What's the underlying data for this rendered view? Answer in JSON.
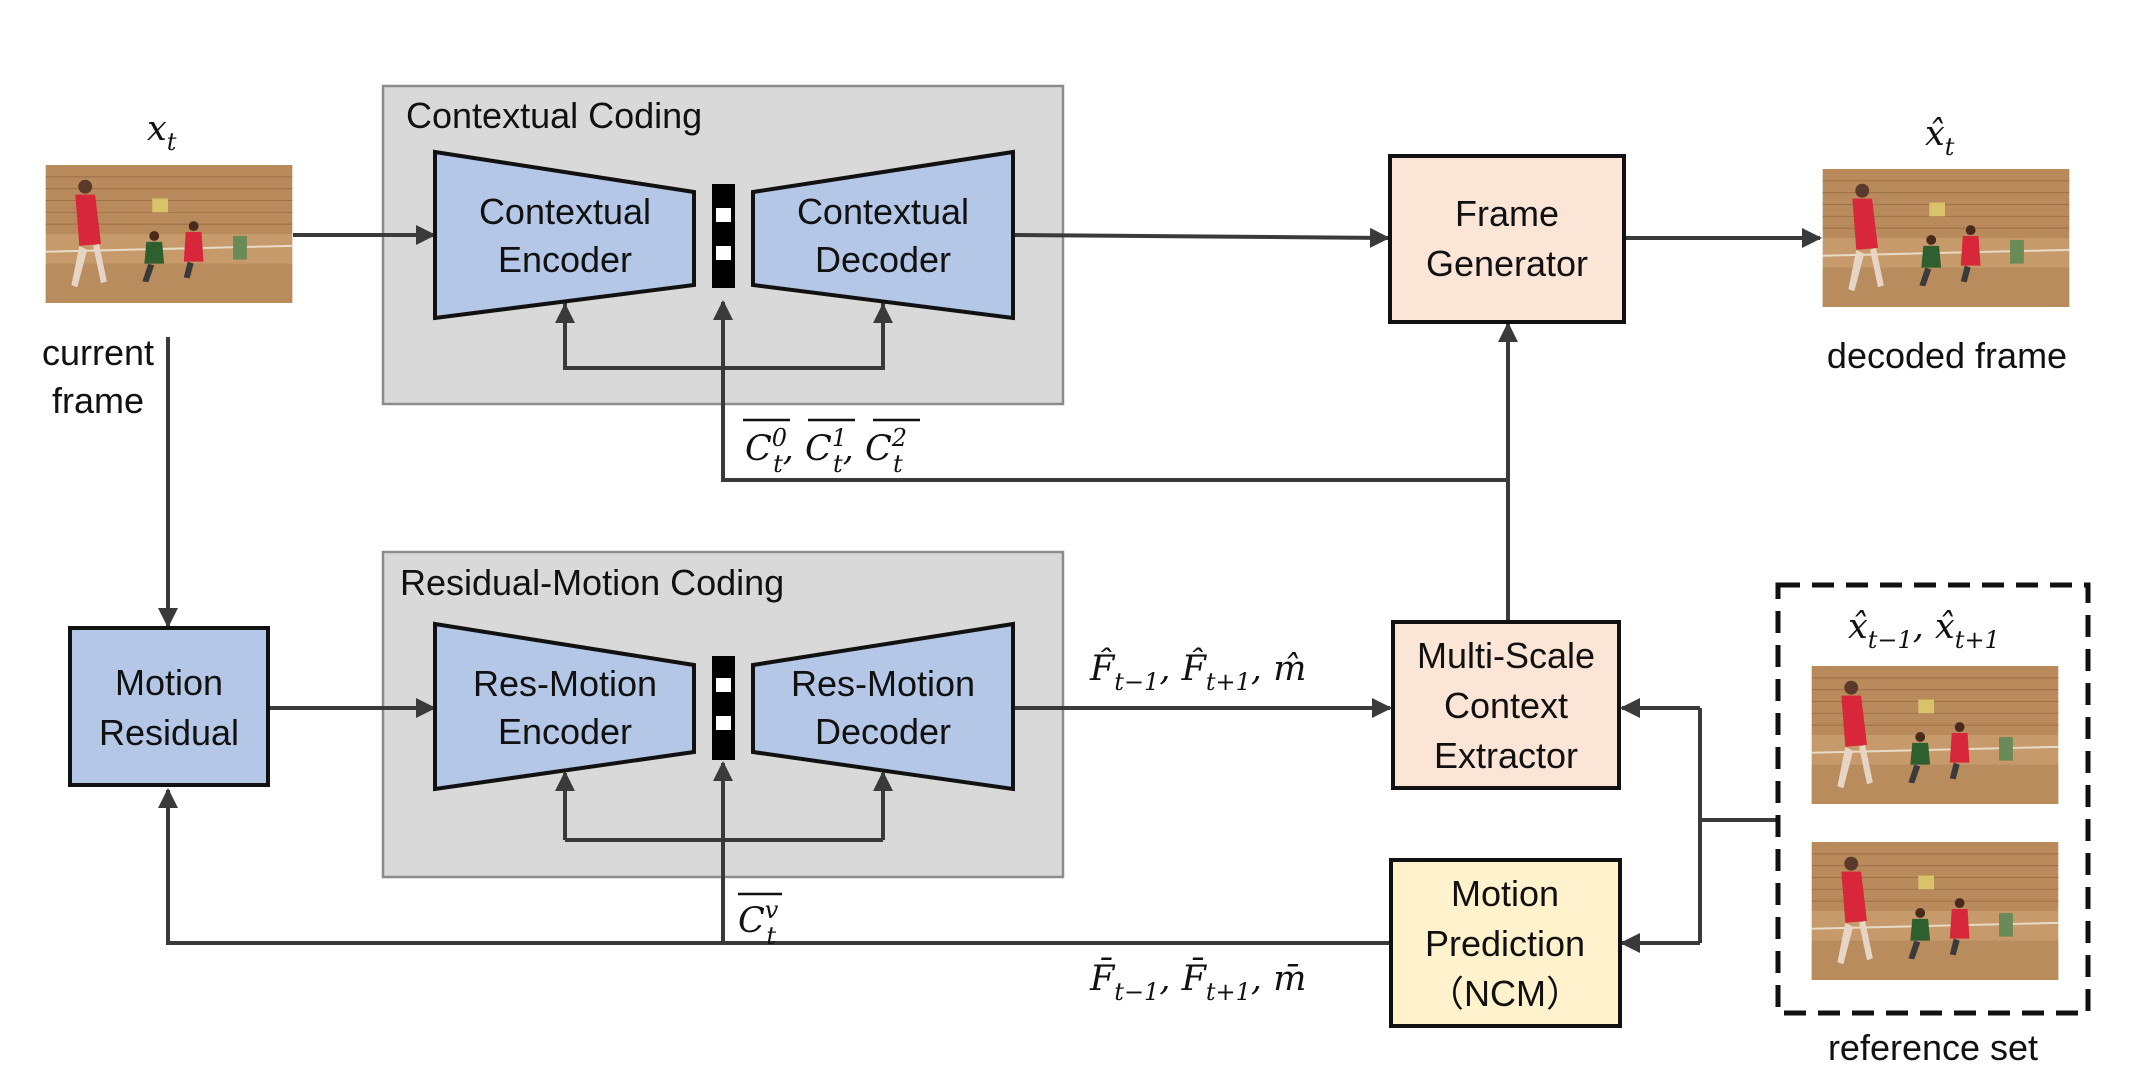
{
  "groups": {
    "contextual_coding": "Contextual Coding",
    "residual_motion_coding": "Residual-Motion Coding"
  },
  "blocks": {
    "contextual_encoder": [
      "Contextual",
      "Encoder"
    ],
    "contextual_decoder": [
      "Contextual",
      "Decoder"
    ],
    "res_motion_encoder": [
      "Res-Motion",
      "Encoder"
    ],
    "res_motion_decoder": [
      "Res-Motion",
      "Decoder"
    ],
    "frame_generator": [
      "Frame",
      "Generator"
    ],
    "multi_scale_context_extractor": [
      "Multi-Scale",
      "Context",
      "Extractor"
    ],
    "motion_prediction": [
      "Motion",
      "Prediction",
      "（NCM）"
    ],
    "motion_residual": [
      "Motion",
      "Residual"
    ]
  },
  "labels": {
    "current_frame": [
      "current",
      "frame"
    ],
    "decoded_frame": "decoded frame",
    "reference_set": "reference set"
  },
  "math": {
    "x_t": {
      "base": "x",
      "sub": "t"
    },
    "x_hat_t": {
      "base": "x̂",
      "sub": "t"
    },
    "ref_frames": [
      {
        "base": "x̂",
        "sub": "t−1"
      },
      {
        "base": "x̂",
        "sub": "t+1"
      }
    ],
    "contexts": [
      {
        "base": "C",
        "sub": "t",
        "sup": "0"
      },
      {
        "base": "C",
        "sub": "t",
        "sup": "1"
      },
      {
        "base": "C",
        "sub": "t",
        "sup": "2"
      }
    ],
    "motion_context": {
      "base": "C",
      "sub": "t",
      "sup": "v"
    },
    "decoded_motion": [
      {
        "base": "F̂",
        "sub": "t−1"
      },
      {
        "base": "F̂",
        "sub": "t+1"
      },
      {
        "base": "m̂"
      }
    ],
    "predicted_motion": [
      {
        "base": "F̄",
        "sub": "t−1"
      },
      {
        "base": "F̄",
        "sub": "t+1"
      },
      {
        "base": "m̄"
      }
    ]
  },
  "colors": {
    "blue_block": "#b4c7e7",
    "frame_generator_fill": "#fbe5d6",
    "context_extractor_fill": "#fbe5d6",
    "motion_prediction_fill": "#fff2cc",
    "group_fill": "#d9d9d9",
    "group_border": "#8c8c8c"
  }
}
